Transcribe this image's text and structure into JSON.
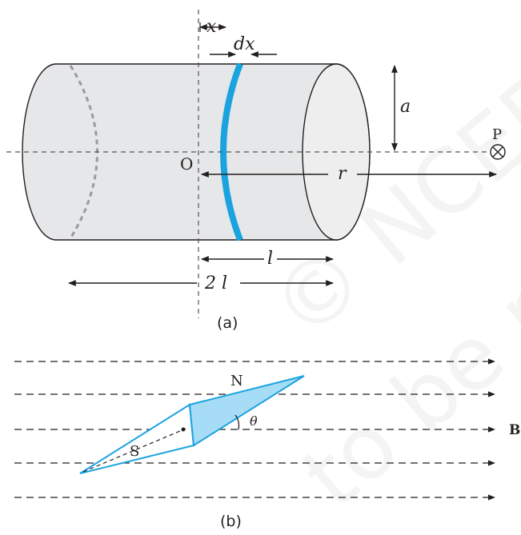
{
  "figure_a": {
    "caption": "(a)",
    "labels": {
      "x": "x",
      "dx": "dx",
      "a": "a",
      "O": "O",
      "P": "P",
      "r": "r",
      "l": "l",
      "two_l": "2 l"
    }
  },
  "figure_b": {
    "caption": "(b)",
    "labels": {
      "N": "N",
      "S": "S",
      "theta": "θ",
      "B": "B"
    }
  },
  "watermark": "© NCERT not to be republished",
  "colors": {
    "ink": "#231f20",
    "highlight": "#1ba3e0",
    "needle_fill": "#a6dcf5",
    "needle_edge": "#1ba3e0",
    "cylinder_fill": "#e6e7e8",
    "watermark": "#f3f3f3"
  }
}
